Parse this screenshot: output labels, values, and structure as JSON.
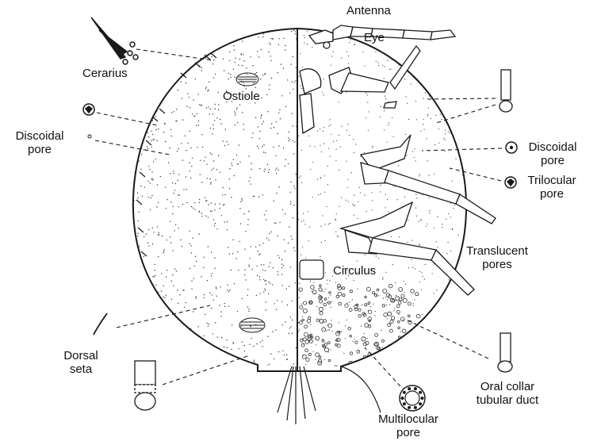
{
  "labels": {
    "antenna": "Antenna",
    "eye": "Eye",
    "cerarius": "Cerarius",
    "ostiole": "Ostiole",
    "discoidal_pore_left": [
      "Discoidal",
      "pore"
    ],
    "discoidal_pore_right": [
      "Discoidal",
      "pore"
    ],
    "trilocular_pore": [
      "Trilocular",
      "pore"
    ],
    "translucent_pores": [
      "Translucent",
      "pores"
    ],
    "circulus": "Circulus",
    "dorsal_seta": [
      "Dorsal",
      "seta"
    ],
    "oral_collar_tubular_duct": [
      "Oral collar",
      "tubular duct"
    ],
    "multilocular_pore": [
      "Multilocular",
      "pore"
    ]
  },
  "colors": {
    "ink": "#1a1a1a",
    "background": "#ffffff"
  }
}
